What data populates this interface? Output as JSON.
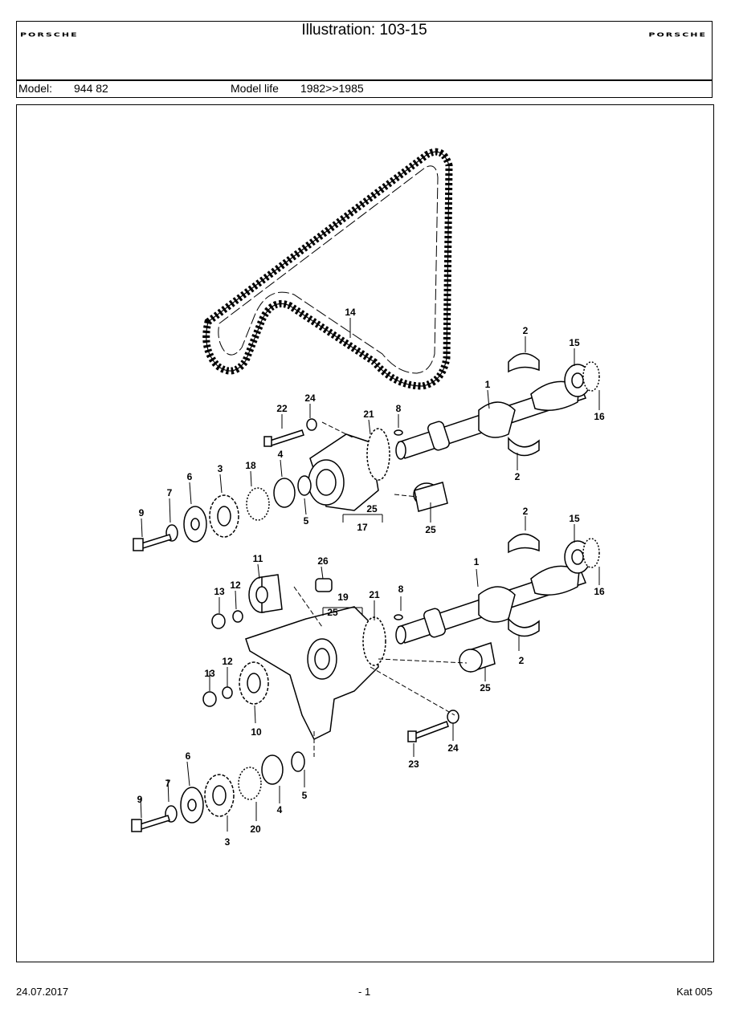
{
  "header": {
    "brand_left": "PORSCHE",
    "brand_right": "PORSCHE",
    "title": "Illustration: 103-15",
    "model_label": "Model:",
    "model_value": "944 82",
    "model_life_label": "Model life",
    "model_life_value": "1982>>1985"
  },
  "callouts": {
    "c1a": "1",
    "c1b": "1",
    "c2a": "2",
    "c2b": "2",
    "c2c": "2",
    "c2d": "2",
    "c3a": "3",
    "c3b": "3",
    "c4a": "4",
    "c4b": "4",
    "c5a": "5",
    "c5b": "5",
    "c6a": "6",
    "c6b": "6",
    "c7a": "7",
    "c7b": "7",
    "c8a": "8",
    "c8b": "8",
    "c9a": "9",
    "c9b": "9",
    "c10": "10",
    "c11": "11",
    "c12a": "12",
    "c12b": "12",
    "c13a": "13",
    "c13b": "13",
    "c14": "14",
    "c15a": "15",
    "c15b": "15",
    "c16a": "16",
    "c16b": "16",
    "c17": "17",
    "c18": "18",
    "c19": "19",
    "c20": "20",
    "c21a": "21",
    "c21b": "21",
    "c22": "22",
    "c23": "23",
    "c24a": "24",
    "c24b": "24",
    "c25a": "25",
    "c25b": "25",
    "c25c": "25",
    "c25d": "25",
    "c26": "26"
  },
  "footer": {
    "date": "24.07.2017",
    "page": "- 1",
    "catalog": "Kat 005"
  }
}
